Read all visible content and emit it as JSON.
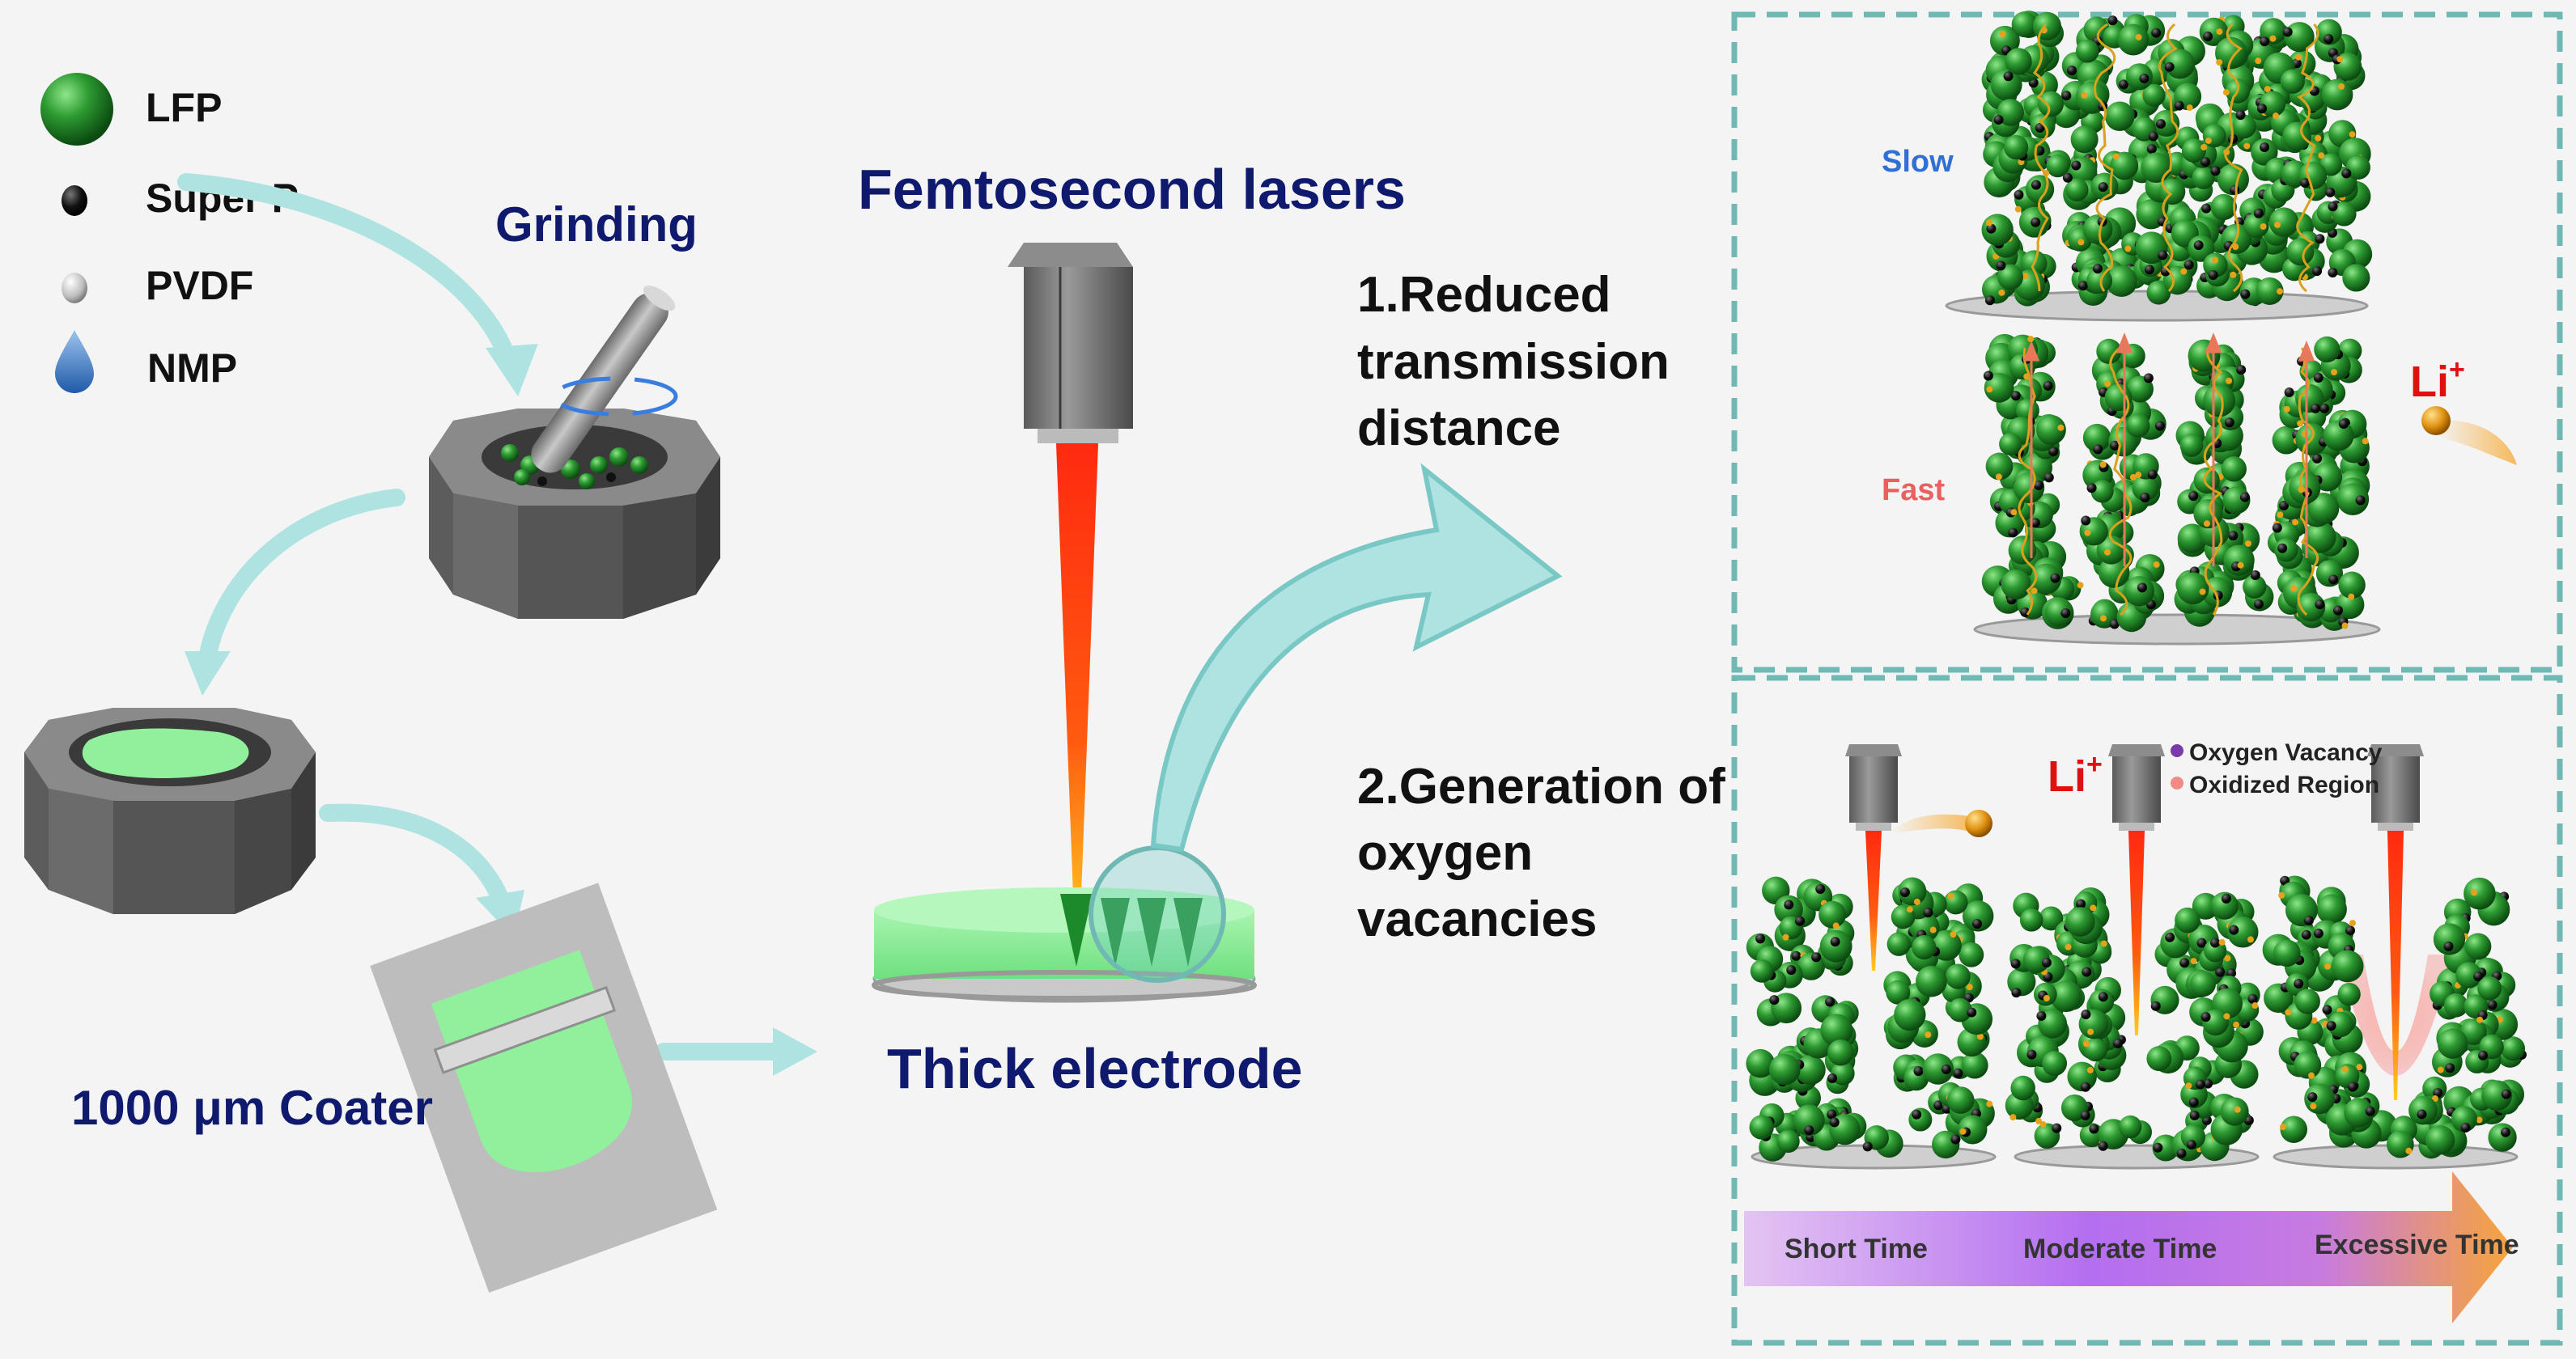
{
  "legend": {
    "items": [
      {
        "label": "LFP",
        "icon": "green-sphere-icon"
      },
      {
        "label": "Super P",
        "icon": "black-dot-icon"
      },
      {
        "label": "PVDF",
        "icon": "white-sphere-icon"
      },
      {
        "label": "NMP",
        "icon": "blue-droplet-icon"
      }
    ]
  },
  "steps": {
    "grinding": "Grinding",
    "coater": "1000 μm Coater",
    "laser_title": "Femtosecond lasers",
    "electrode": "Thick electrode"
  },
  "effects": {
    "first": [
      "1.Reduced",
      "transmission",
      "distance"
    ],
    "second": [
      "2.Generation of",
      "oxygen",
      "vacancies"
    ]
  },
  "panel_top": {
    "slow_label": "Slow",
    "fast_label": "Fast",
    "ion_label": "Li",
    "ion_charge": "+"
  },
  "panel_bottom": {
    "ion_label": "Li",
    "ion_charge": "+",
    "legend": [
      "Oxygen Vacancy",
      "Oxidized Region"
    ],
    "time_labels": [
      "Short Time",
      "Moderate Time",
      "Excessive Time"
    ]
  },
  "colors": {
    "title_blue": "#0f1a6e",
    "slow_blue": "#2f6fd6",
    "fast_red": "#e96060",
    "li_red": "#e01010",
    "lfp_green": "#2f9a30",
    "panel_border": "#6fb8b4",
    "curve_arrow": "#aee3e2",
    "electrode_green": "#90f09c",
    "laser_red": "#ff2a10"
  }
}
